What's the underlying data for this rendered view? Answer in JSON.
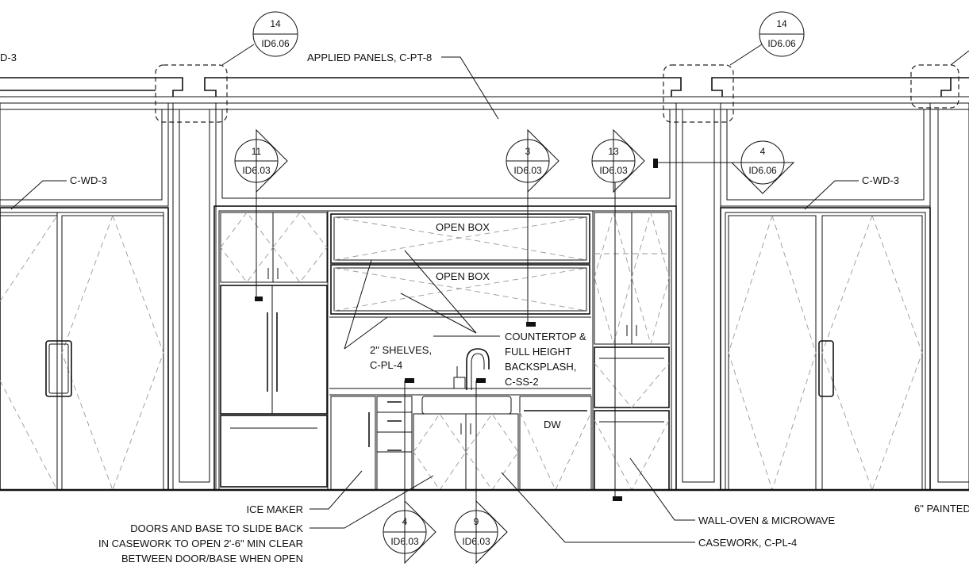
{
  "labels": {
    "left_edge": "D-3",
    "applied_panels": "APPLIED PANELS, C-PT-8",
    "c_wd_3_left": "C-WD-3",
    "c_wd_3_right": "C-WD-3",
    "open_box_1": "OPEN BOX",
    "open_box_2": "OPEN BOX",
    "dw": "DW",
    "shelves_1": "2\" SHELVES,",
    "shelves_2": "C-PL-4",
    "countertop_1": "COUNTERTOP &",
    "countertop_2": "FULL HEIGHT",
    "countertop_3": "BACKSPLASH,",
    "countertop_4": "C-SS-2",
    "ice_maker": "ICE MAKER",
    "doors_1": "DOORS AND BASE TO SLIDE BACK",
    "doors_2": "IN CASEWORK TO OPEN 2'-6\" MIN CLEAR",
    "doors_3": "BETWEEN DOOR/BASE WHEN OPEN",
    "wall_oven": "WALL-OVEN & MICROWAVE",
    "casework": "CASEWORK, C-PL-4",
    "painted": "6\" PAINTED"
  },
  "callouts": {
    "detail_14a": {
      "num": "14",
      "sheet": "ID6.06"
    },
    "detail_14b": {
      "num": "14",
      "sheet": "ID6.06"
    },
    "section_11": {
      "num": "11",
      "sheet": "ID6.03"
    },
    "section_3": {
      "num": "3",
      "sheet": "ID6.03"
    },
    "section_13": {
      "num": "13",
      "sheet": "ID6.03"
    },
    "section_4_top": {
      "num": "4",
      "sheet": "ID6.06"
    },
    "section_4_bottom": {
      "num": "4",
      "sheet": "ID6.03"
    },
    "section_9": {
      "num": "9",
      "sheet": "ID6.03"
    }
  }
}
